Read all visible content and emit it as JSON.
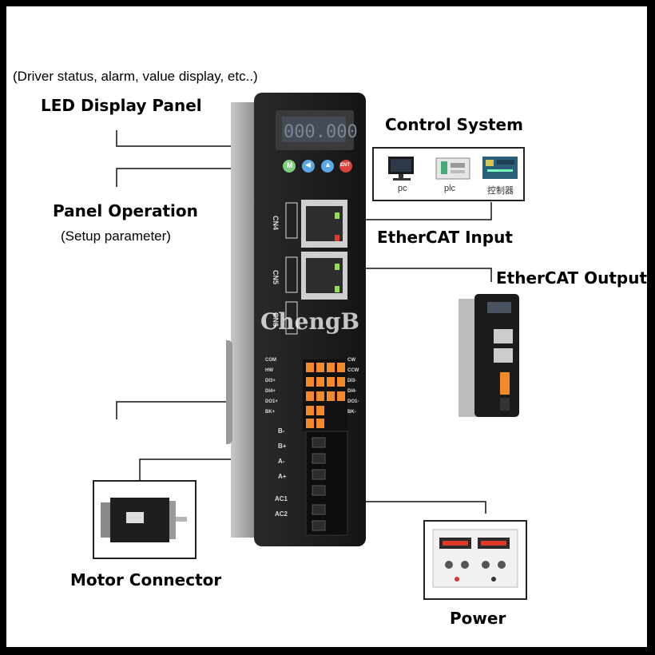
{
  "labels": {
    "status_note": "(Driver status, alarm, value display, etc..)",
    "led_panel": "LED Display Panel",
    "panel_operation": "Panel Operation",
    "setup_parameter": "(Setup parameter)",
    "control_system": "Control System",
    "ethercat_input": "EtherCAT Input",
    "ethercat_output": "EtherCAT Output",
    "motor_connector": "Motor Connector",
    "power": "Power"
  },
  "control_devices": [
    "pc",
    "plc",
    "控制器"
  ],
  "driver": {
    "display": "000.000",
    "buttons": [
      "M",
      "◀",
      "▲",
      "ENT"
    ],
    "ports": [
      "CN4",
      "CN5",
      "CN6"
    ],
    "left_pins": [
      "COM",
      "HW",
      "DI3+",
      "DI4+",
      "DO1+",
      "BK+"
    ],
    "right_pins": [
      "CW",
      "CCW",
      "DI3-",
      "DI4-",
      "DO1-",
      "BK-"
    ],
    "motor_pins": [
      "B-",
      "B+",
      "A-",
      "A+"
    ],
    "ac_pins": [
      "AC1",
      "AC2"
    ]
  },
  "watermark": "ChengB"
}
